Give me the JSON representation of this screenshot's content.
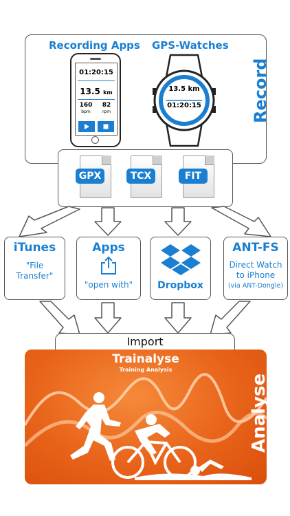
{
  "record": {
    "label": "Record",
    "recording_apps_title": "Recording Apps",
    "gps_watches_title": "GPS-Watches",
    "phone": {
      "time": "01:20:15",
      "distance": "13.5",
      "distance_unit": "km",
      "bpm_value": "160",
      "bpm_unit": "bpm",
      "rpm_value": "82",
      "rpm_unit": "rpm",
      "play_icon": "play-icon",
      "stop_icon": "stop-icon"
    },
    "watch": {
      "distance": "13.5 km",
      "time": "01:20:15"
    }
  },
  "files": [
    {
      "format": "GPX"
    },
    {
      "format": "TCX"
    },
    {
      "format": "FIT"
    }
  ],
  "sources": {
    "itunes": {
      "title": "iTunes",
      "line1": "\"File",
      "line2": "Transfer\""
    },
    "apps": {
      "title": "Apps",
      "subtitle": "\"open with\"",
      "icon": "share-icon"
    },
    "dropbox": {
      "label": "Dropbox",
      "icon": "dropbox-icon"
    },
    "antfs": {
      "title": "ANT-FS",
      "line1": "Direct Watch",
      "line2": "to iPhone",
      "line3": "(via ANT-Dongle)"
    }
  },
  "import_label": "Import",
  "analyse": {
    "app_name": "Trainalyse",
    "tagline": "Training Analysis",
    "label": "Analyse"
  },
  "colors": {
    "accent_blue": "#1a7fd1",
    "analyse_orange": "#e8631a"
  }
}
